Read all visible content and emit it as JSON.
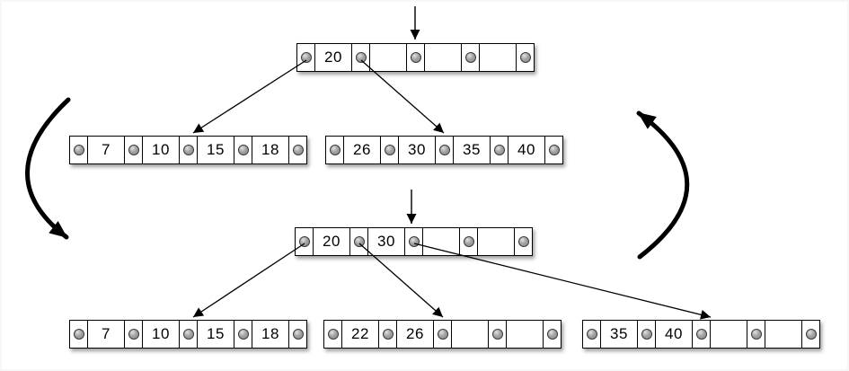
{
  "colors": {
    "ink": "#000000",
    "pointer_dot_fill": "#9a9a9a",
    "node_background": "#ffffff"
  },
  "icons": {
    "insert_cursor": "down-arrow",
    "cycle_left": "thick-curved-arrow-down",
    "cycle_right": "thick-curved-arrow-up",
    "pointer_slot": "gray-dot"
  },
  "nodes": {
    "top_root": {
      "keys": [
        "20",
        "",
        "",
        ""
      ]
    },
    "top_left": {
      "keys": [
        "7",
        "10",
        "15",
        "18"
      ]
    },
    "top_right": {
      "keys": [
        "26",
        "30",
        "35",
        "40"
      ]
    },
    "bottom_root": {
      "keys": [
        "20",
        "30",
        "",
        ""
      ]
    },
    "bottom_left": {
      "keys": [
        "7",
        "10",
        "15",
        "18"
      ]
    },
    "bottom_middle": {
      "keys": [
        "22",
        "26",
        "",
        ""
      ]
    },
    "bottom_right": {
      "keys": [
        "35",
        "40",
        "",
        ""
      ]
    }
  }
}
